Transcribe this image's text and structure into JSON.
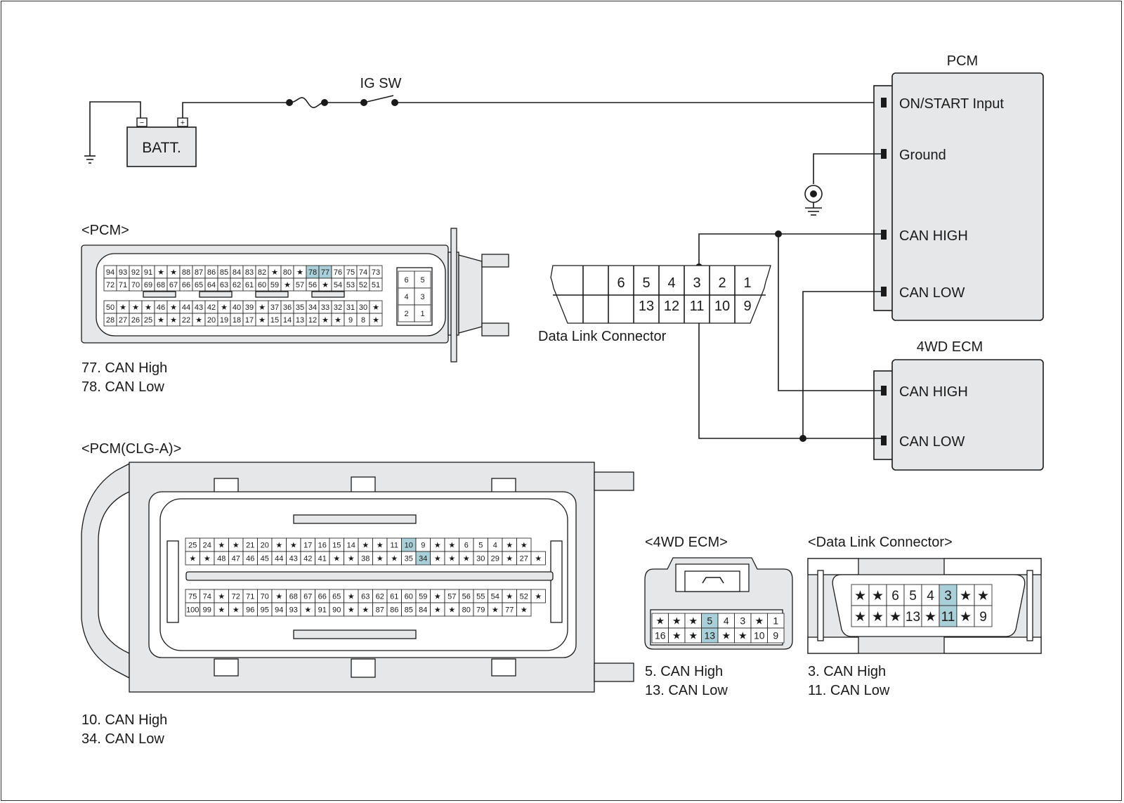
{
  "schematic": {
    "battery": {
      "label": "BATT.",
      "neg": "−",
      "pos": "+"
    },
    "ig_switch": {
      "label": "IG SW"
    },
    "pcm": {
      "title": "PCM",
      "pins": [
        "ON/START Input",
        "Ground",
        "CAN HIGH",
        "CAN LOW"
      ]
    },
    "ecm4wd": {
      "title": "4WD ECM",
      "pins": [
        "CAN HIGH",
        "CAN LOW"
      ]
    },
    "dlc": {
      "label": "Data Link Connector",
      "top_row": [
        "6",
        "5",
        "4",
        "3",
        "2",
        "1"
      ],
      "bottom_row": [
        "13",
        "12",
        "11",
        "10",
        "9"
      ]
    }
  },
  "pcm_connector": {
    "title": "<PCM>",
    "rows": [
      [
        "94",
        "93",
        "92",
        "91",
        "*",
        "*",
        "88",
        "87",
        "86",
        "85",
        "84",
        "83",
        "82",
        "*",
        "80",
        "*",
        "78",
        "77",
        "76",
        "75",
        "74",
        "73"
      ],
      [
        "72",
        "71",
        "70",
        "69",
        "68",
        "67",
        "66",
        "65",
        "64",
        "63",
        "62",
        "61",
        "60",
        "59",
        "*",
        "57",
        "56",
        "*",
        "54",
        "53",
        "52",
        "51"
      ],
      [
        "50",
        "*",
        "*",
        "*",
        "46",
        "*",
        "44",
        "43",
        "42",
        "*",
        "40",
        "39",
        "*",
        "37",
        "36",
        "35",
        "34",
        "33",
        "32",
        "31",
        "30",
        "*"
      ],
      [
        "28",
        "27",
        "26",
        "25",
        "*",
        "*",
        "22",
        "*",
        "20",
        "19",
        "18",
        "17",
        "*",
        "15",
        "14",
        "13",
        "12",
        "*",
        "*",
        "9",
        "8",
        "*"
      ]
    ],
    "side_pins": [
      [
        "6",
        "5"
      ],
      [
        "4",
        "3"
      ],
      [
        "2",
        "1"
      ]
    ],
    "highlight": [
      "78",
      "77"
    ],
    "notes": [
      "77. CAN High",
      "78. CAN Low"
    ]
  },
  "pcm_clg_connector": {
    "title": "<PCM(CLG-A)>",
    "rows": [
      [
        "25",
        "24",
        "*",
        "*",
        "21",
        "20",
        "*",
        "*",
        "17",
        "16",
        "15",
        "14",
        "*",
        "*",
        "11",
        "10",
        "9",
        "*",
        "*",
        "6",
        "5",
        "4",
        "*",
        "*"
      ],
      [
        "*",
        "*",
        "48",
        "47",
        "46",
        "45",
        "44",
        "43",
        "42",
        "41",
        "*",
        "*",
        "38",
        "*",
        "*",
        "35",
        "34",
        "*",
        "*",
        "*",
        "30",
        "29",
        "*",
        "27",
        "*"
      ],
      [
        "75",
        "74",
        "*",
        "72",
        "71",
        "70",
        "*",
        "68",
        "67",
        "66",
        "65",
        "*",
        "63",
        "62",
        "61",
        "60",
        "59",
        "*",
        "57",
        "56",
        "55",
        "54",
        "*",
        "52",
        "*"
      ],
      [
        "100",
        "99",
        "*",
        "*",
        "96",
        "95",
        "94",
        "93",
        "*",
        "91",
        "90",
        "*",
        "*",
        "87",
        "86",
        "85",
        "84",
        "*",
        "*",
        "80",
        "79",
        "*",
        "77",
        "*"
      ]
    ],
    "highlight": [
      "10",
      "34"
    ],
    "notes": [
      "10. CAN High",
      "34. CAN Low"
    ]
  },
  "ecm4wd_connector": {
    "title": "<4WD ECM>",
    "rows": [
      [
        "*",
        "*",
        "*",
        "5",
        "4",
        "3",
        "*",
        "1"
      ],
      [
        "16",
        "*",
        "*",
        "13",
        "*",
        "*",
        "10",
        "9"
      ]
    ],
    "highlight": [
      "5",
      "13"
    ],
    "notes": [
      "5. CAN High",
      "13. CAN Low"
    ]
  },
  "dlc_connector": {
    "title": "<Data Link Connector>",
    "rows": [
      [
        "*",
        "*",
        "6",
        "5",
        "4",
        "3",
        "*",
        "*"
      ],
      [
        "*",
        "*",
        "*",
        "13",
        "*",
        "11",
        "*",
        "9"
      ]
    ],
    "highlight": [
      "3",
      "11"
    ],
    "notes": [
      "3. CAN High",
      "11. CAN Low"
    ]
  },
  "colors": {
    "highlight": "#a9cfd8",
    "shell": "#e6e7e8",
    "line": "#1a1a1a"
  }
}
